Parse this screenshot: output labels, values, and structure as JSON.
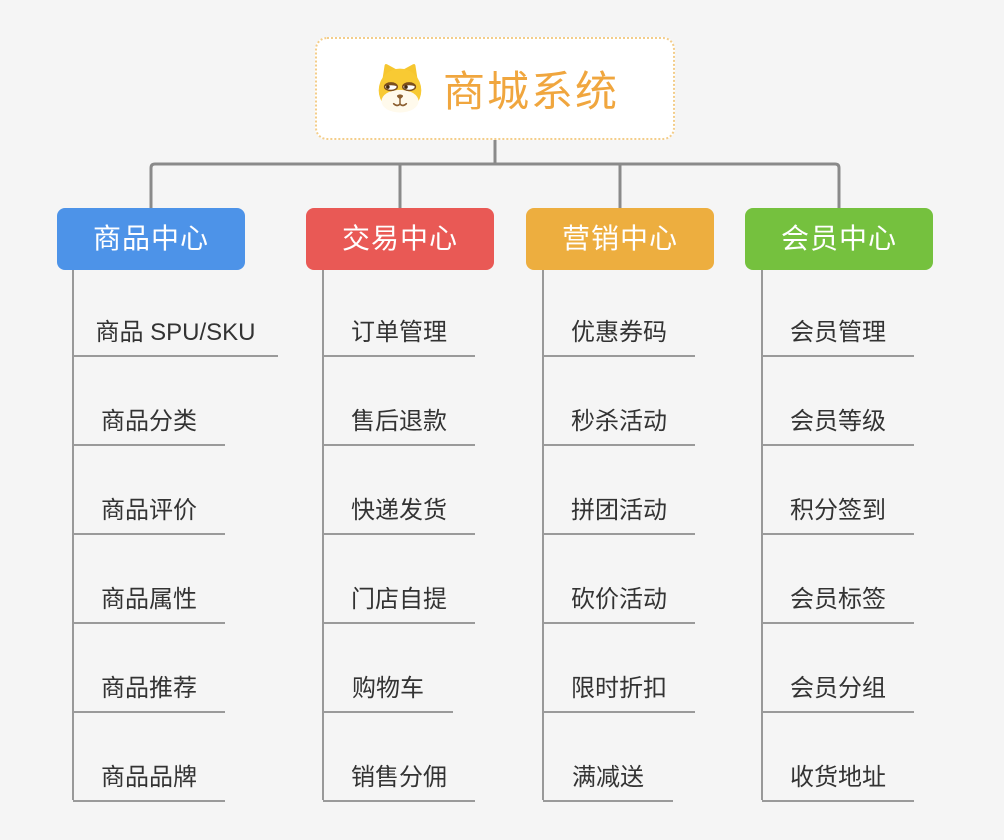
{
  "background_color": "#f5f5f5",
  "connector_color": "#8a8a8a",
  "underline_color": "#9a9a9a",
  "root": {
    "title": "商城系统",
    "icon": "dog-face-icon",
    "text_color": "#f0a63e",
    "border_color": "#f3cd8a",
    "fill_color": "#ffffff"
  },
  "branches": [
    {
      "label": "商品中心",
      "color": "#4d93e8",
      "items": [
        "商品 SPU/SKU",
        "商品分类",
        "商品评价",
        "商品属性",
        "商品推荐",
        "商品品牌"
      ]
    },
    {
      "label": "交易中心",
      "color": "#e95955",
      "items": [
        "订单管理",
        "售后退款",
        "快递发货",
        "门店自提",
        "购物车",
        "销售分佣"
      ]
    },
    {
      "label": "营销中心",
      "color": "#edae3f",
      "items": [
        "优惠券码",
        "秒杀活动",
        "拼团活动",
        "砍价活动",
        "限时折扣",
        "满减送"
      ]
    },
    {
      "label": "会员中心",
      "color": "#75c13e",
      "items": [
        "会员管理",
        "会员等级",
        "积分签到",
        "会员标签",
        "会员分组",
        "收货地址"
      ]
    }
  ]
}
